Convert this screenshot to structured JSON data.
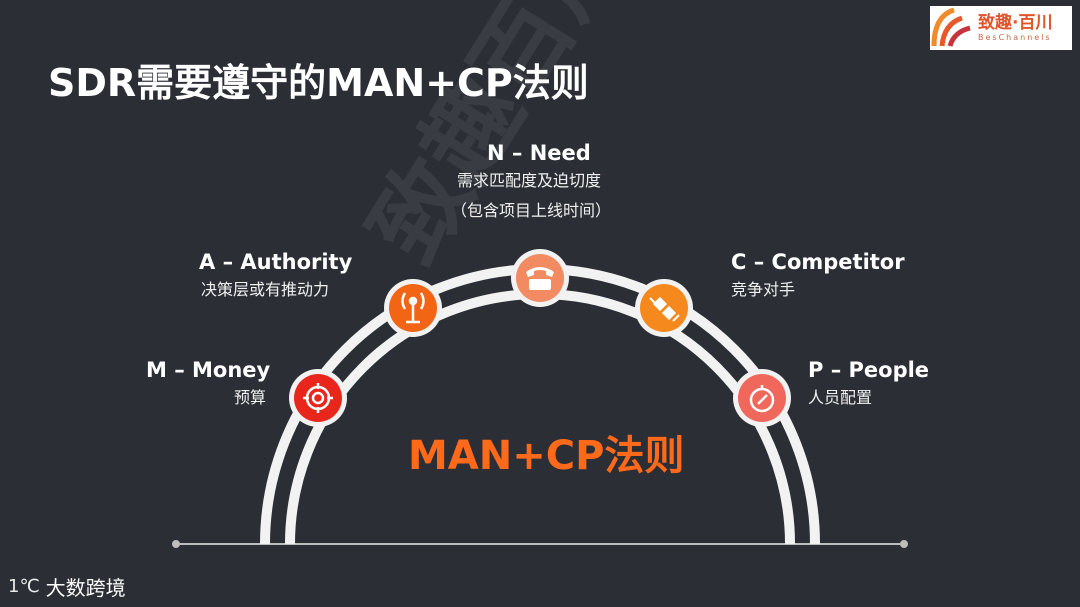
{
  "title": "SDR需要遵守的MAN+CP法则",
  "logo": {
    "cn": "致趣·百川",
    "en": "BesChannels"
  },
  "watermark": "致趣百川",
  "center_title": "MAN+CP法则",
  "nodes": {
    "money": {
      "head": "M – Money",
      "sub": "预算",
      "color": "#e8261c",
      "icon": "target-icon"
    },
    "authority": {
      "head": "A – Authority",
      "sub": "决策层或有推动力",
      "color": "#f26514",
      "icon": "antenna-icon"
    },
    "need": {
      "head": "N – Need",
      "sub": "需求匹配度及迫切度",
      "sub2": "（包含项目上线时间）",
      "color": "#f28a62",
      "icon": "phone-icon"
    },
    "competitor": {
      "head": "C – Competitor",
      "sub": "竞争对手",
      "color": "#f5891e",
      "icon": "satellite-icon"
    },
    "people": {
      "head": "P – People",
      "sub": "人员配置",
      "color": "#f0675c",
      "icon": "compass-icon"
    }
  },
  "footer": {
    "mark": "1℃",
    "text": "大数跨境"
  },
  "colors": {
    "background": "#2b2e35",
    "accent": "#ff6a1a",
    "arc": "#f2f2f2"
  }
}
